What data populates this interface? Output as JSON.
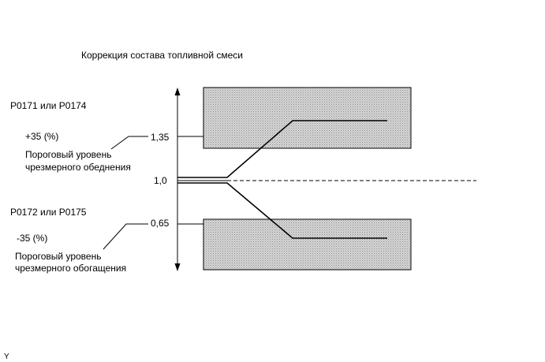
{
  "title": "Коррекция состава топливной смеси",
  "upper": {
    "codes": "P0171 или P0174",
    "percent": "+35 (%)",
    "threshold_line1": "Пороговый уровень",
    "threshold_line2": "чрезмерного обеднения",
    "value_label": "1,35"
  },
  "middle": {
    "value_label": "1,0"
  },
  "lower": {
    "codes": "P0172 или P0175",
    "percent": "-35 (%)",
    "threshold_line1": "Пороговый уровень",
    "threshold_line2": "чрезмерного обогащения",
    "value_label": "0,65"
  },
  "corner_mark": "Y",
  "colors": {
    "line": "#000000",
    "shade_fill": "#d6d6d6",
    "shade_dots": "#8a8a8a",
    "background": "#ffffff"
  }
}
